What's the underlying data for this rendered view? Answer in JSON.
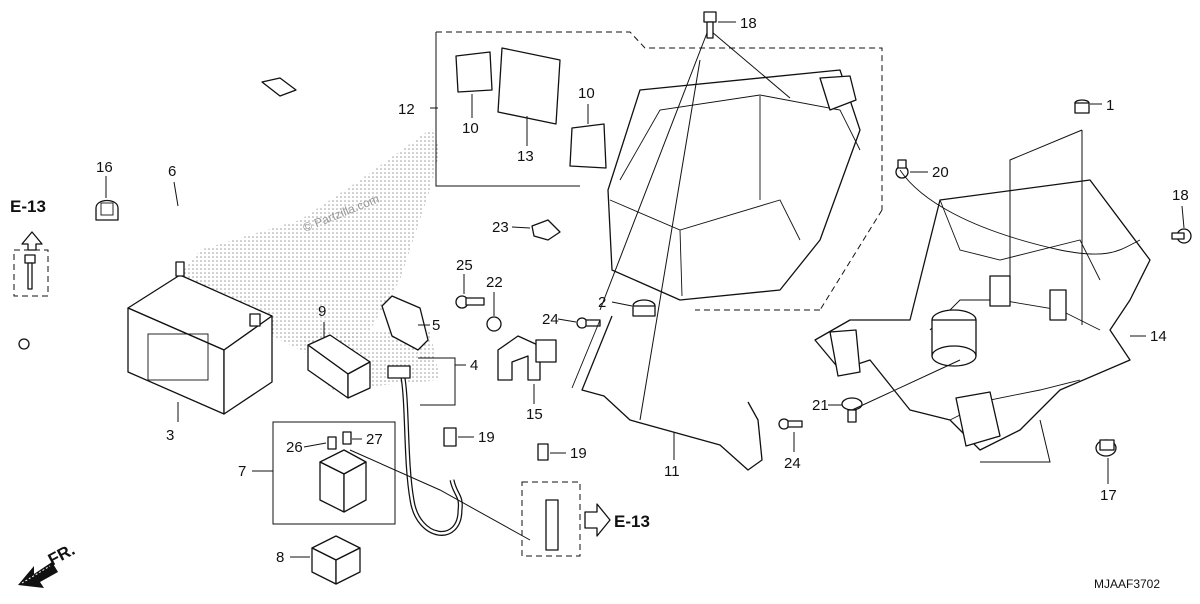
{
  "diagram": {
    "part_callouts": [
      "1",
      "2",
      "3",
      "4",
      "5",
      "6",
      "7",
      "8",
      "9",
      "10",
      "10",
      "11",
      "12",
      "13",
      "14",
      "15",
      "16",
      "17",
      "18",
      "18",
      "19",
      "19",
      "20",
      "21",
      "22",
      "23",
      "24",
      "24",
      "25",
      "26",
      "27"
    ],
    "reference_left": "E-13",
    "reference_right": "E-13",
    "direction_label": "FR.",
    "watermark": "© Partzilla.com",
    "diagram_code": "MJAAF3702"
  }
}
